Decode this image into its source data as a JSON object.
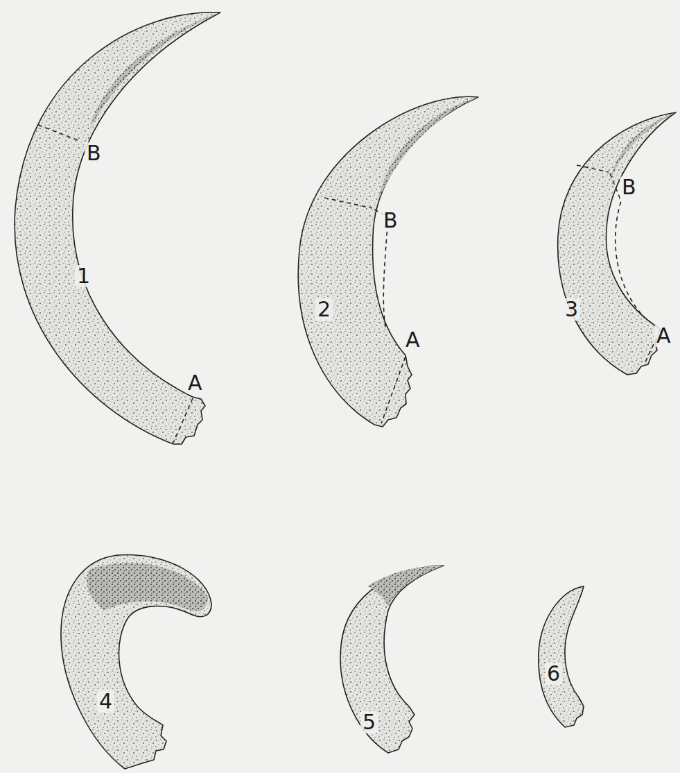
{
  "diagram": {
    "labels": [
      "B",
      "1",
      "A",
      "B",
      "2",
      "A",
      "B",
      "3",
      "A",
      "4",
      "5",
      "6"
    ]
  }
}
